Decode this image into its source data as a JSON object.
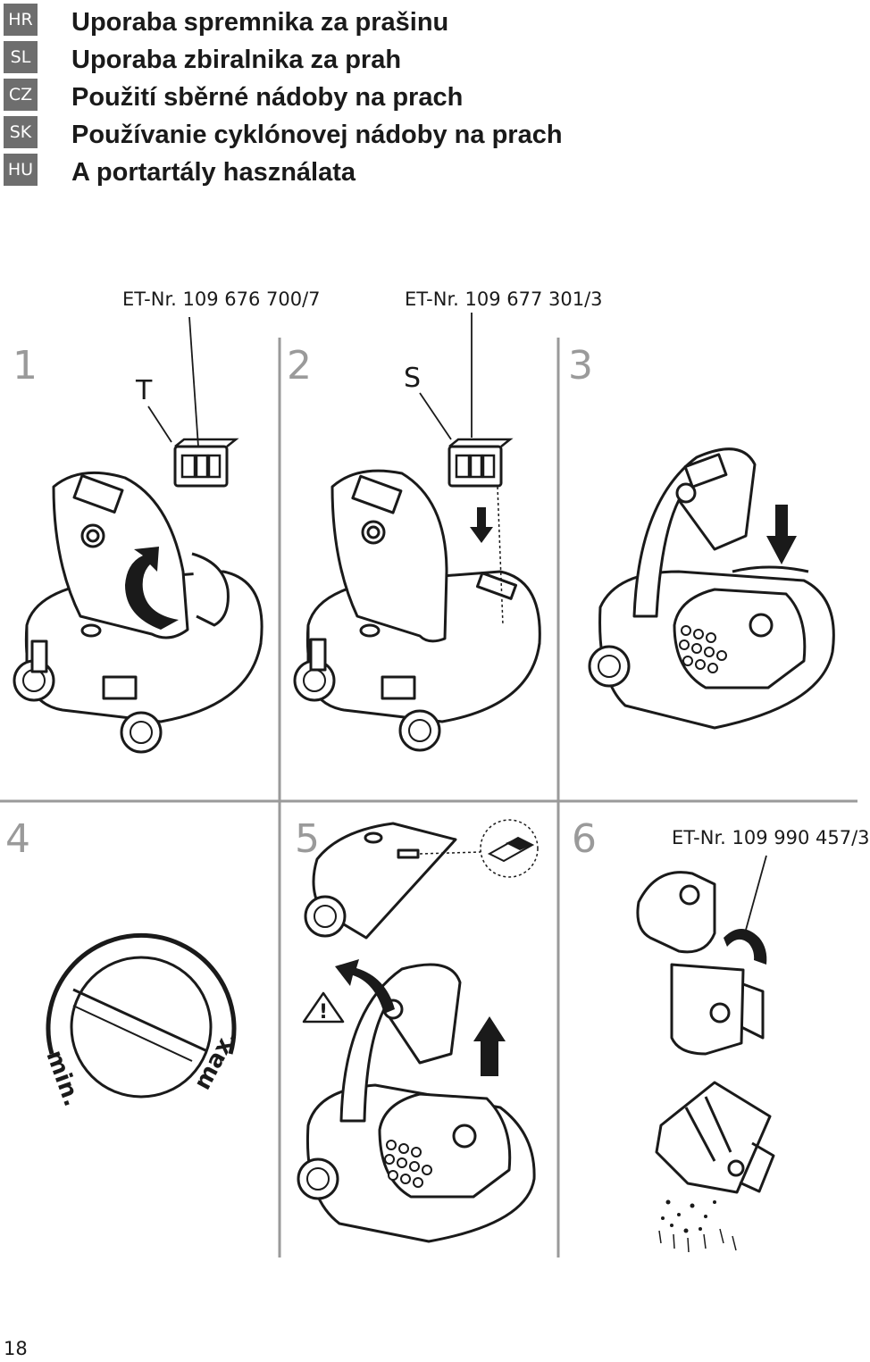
{
  "languages": [
    "HR",
    "SL",
    "CZ",
    "SK",
    "HU"
  ],
  "titles": [
    "Uporaba spremnika za prašinu",
    "Uporaba zbiralnika za prah",
    "Použití sběrné nádoby na prach",
    "Používanie cyklónovej nádoby na prach",
    "A portartály használata"
  ],
  "part_numbers": {
    "filter_t": "ET-Nr. 109 676 700/7",
    "filter_s": "ET-Nr. 109 677 301/3",
    "container": "ET-Nr. 109 990 457/3"
  },
  "steps": [
    "1",
    "2",
    "3",
    "4",
    "5",
    "6"
  ],
  "part_letters": {
    "t": "T",
    "s": "S"
  },
  "gauge": {
    "min_label": "min.",
    "max_label": "max."
  },
  "warning_symbol": "!",
  "page_number": "18",
  "colors": {
    "ink": "#1a1a1a",
    "lang_badge": "#6e6e6e",
    "step_number": "#9a9a9a",
    "divider": "#9a9a9a"
  }
}
